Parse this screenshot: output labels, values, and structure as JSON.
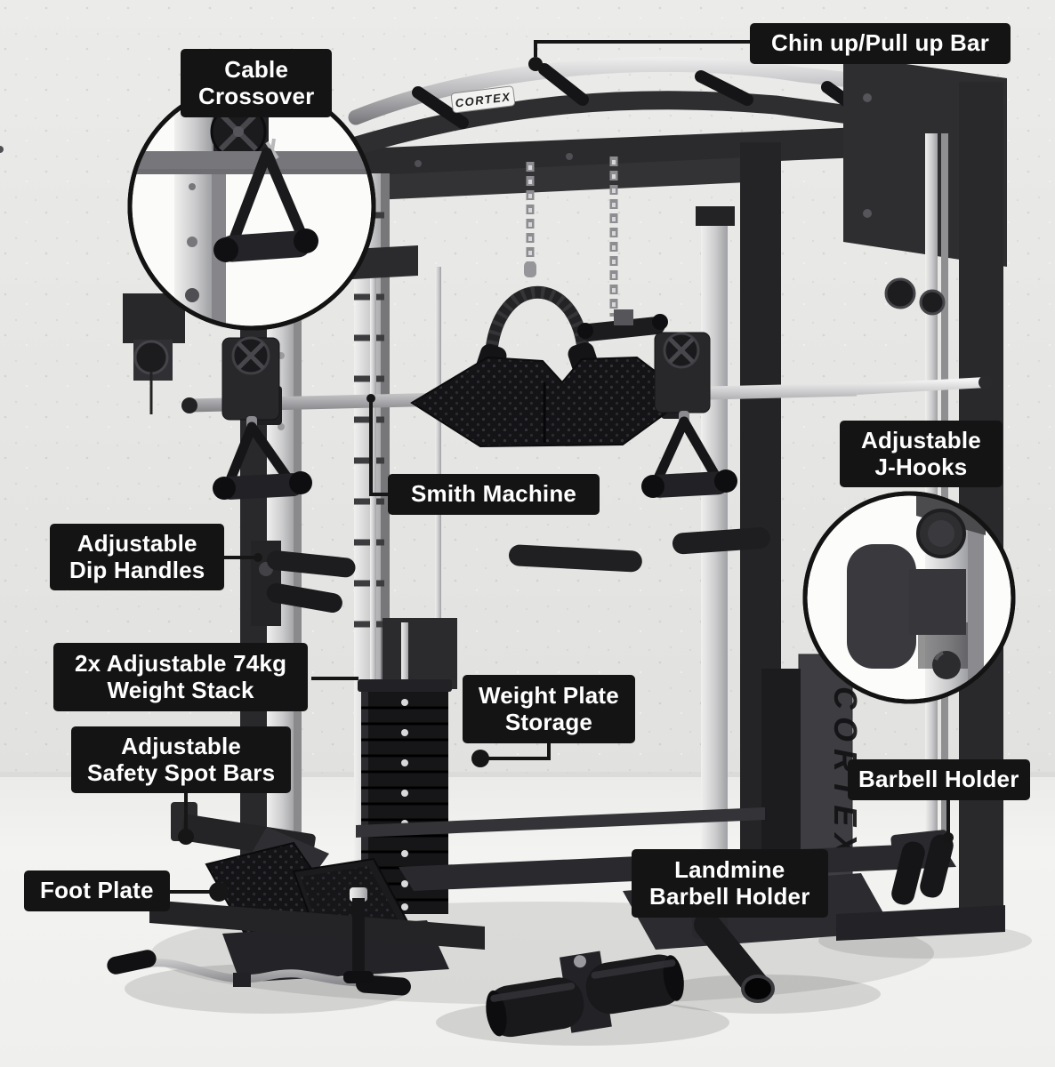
{
  "brand": {
    "name": "CORTEX"
  },
  "palette": {
    "label_background": "#141414",
    "label_text": "#ffffff",
    "wall": "#e8e8e6",
    "floor": "#f2f2f0",
    "frame_dark": "#26262a",
    "frame_silver": "#c9c9cb",
    "chrome": "#b9b9bc",
    "rubber_black": "#17171a"
  },
  "labels": {
    "cable_crossover": "Cable\nCrossover",
    "chin_up_pull_up_bar": "Chin up/Pull up Bar",
    "smith_machine": "Smith Machine",
    "adjustable_j_hooks": "Adjustable\nJ-Hooks",
    "adjustable_dip_handles": "Adjustable\nDip Handles",
    "weight_stack": "2x Adjustable 74kg\nWeight Stack",
    "weight_plate_storage": "Weight Plate\nStorage",
    "safety_spot_bars": "Adjustable\nSafety Spot Bars",
    "barbell_holder": "Barbell Holder",
    "foot_plate": "Foot Plate",
    "landmine_barbell_holder": "Landmine\nBarbell Holder"
  }
}
